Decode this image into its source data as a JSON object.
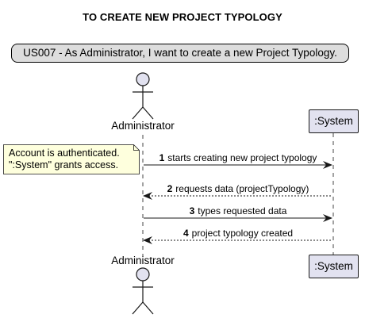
{
  "diagram": {
    "title": "TO CREATE NEW PROJECT TYPOLOGY",
    "legend": "US007 - As Administrator, I want to create a new Project Typology.",
    "actor": {
      "name": "Administrator"
    },
    "participant": {
      "name": ":System"
    },
    "note": {
      "lines": [
        "Account is authenticated.",
        "\":System\" grants access."
      ]
    },
    "messages": [
      {
        "number": "1",
        "text": "starts creating new project typology",
        "style": "solid"
      },
      {
        "number": "2",
        "text": "requests data (projectTypology)",
        "style": "dashed"
      },
      {
        "number": "3",
        "text": "types requested data",
        "style": "solid"
      },
      {
        "number": "4",
        "text": "project typology created",
        "style": "dashed"
      }
    ]
  },
  "colors": {
    "participant_fill": "#E2E2F0",
    "note_fill": "#FEFFDD",
    "legend_fill": "#DDDDDD",
    "line": "#181818"
  }
}
